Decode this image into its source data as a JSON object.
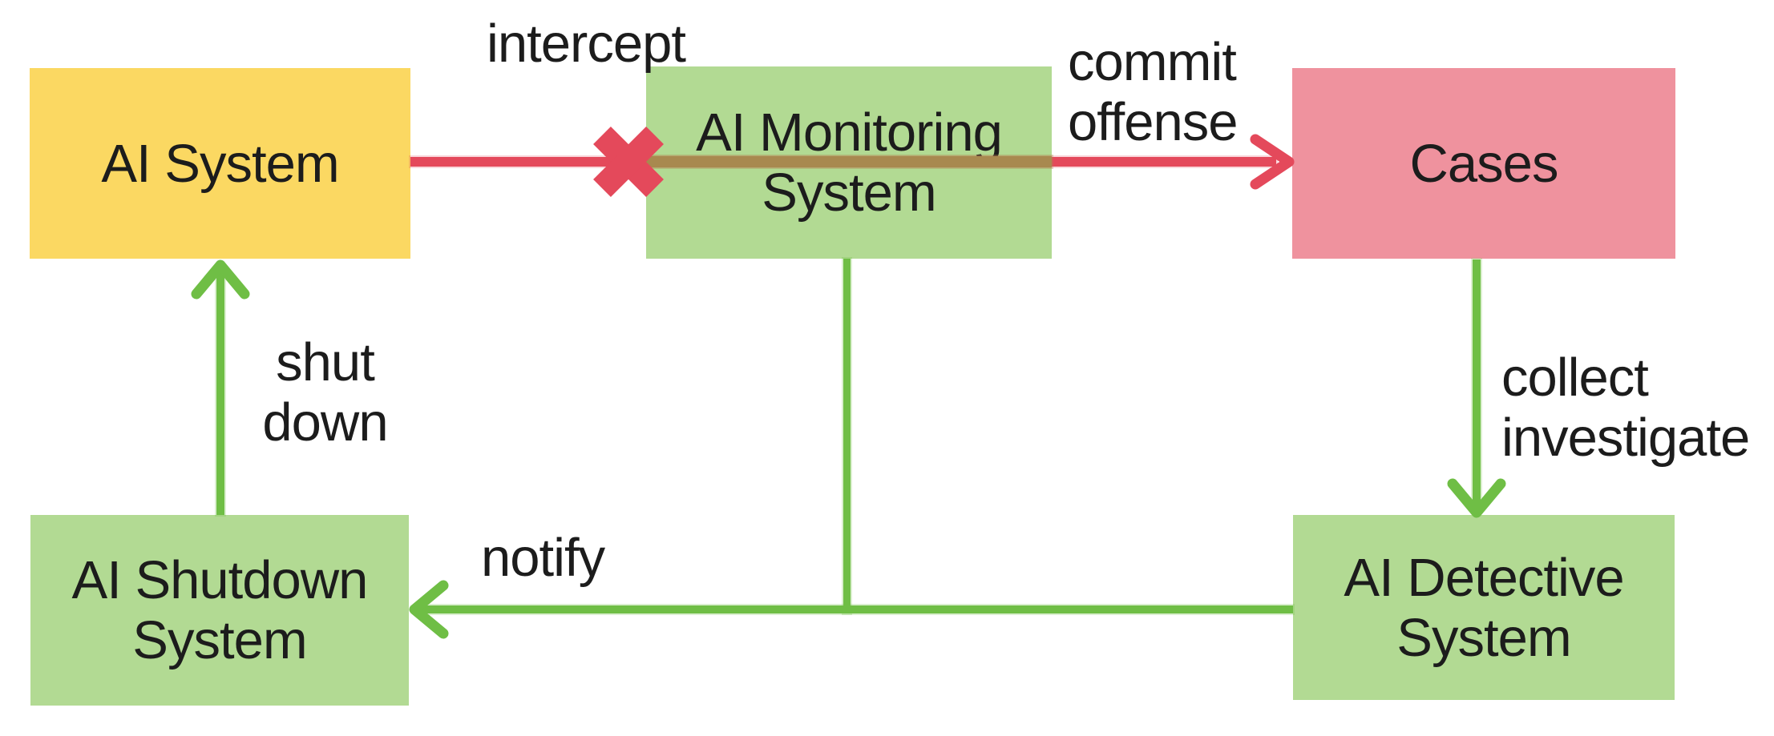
{
  "diagram": {
    "description": "AI enforcement loop diagram",
    "nodes": [
      {
        "id": "ai-system",
        "label": "AI System",
        "fill": "#fbd862"
      },
      {
        "id": "ai-monitoring-system",
        "label": "AI Monitoring System",
        "fill": "#b2da93"
      },
      {
        "id": "cases",
        "label": "Cases",
        "fill": "#ef929e"
      },
      {
        "id": "ai-shutdown-system",
        "label": "AI Shutdown System",
        "fill": "#b2da93"
      },
      {
        "id": "ai-detective-system",
        "label": "AI Detective System",
        "fill": "#b2da93"
      }
    ],
    "edges": [
      {
        "id": "intercept",
        "label": "intercept",
        "from": "ai-system",
        "to": "ai-monitoring-system",
        "color": "#e4495b",
        "blocked": true
      },
      {
        "id": "commit-offense",
        "label": "commit offense",
        "from": "ai-monitoring-system",
        "to": "cases",
        "color": "#e4495b",
        "blocked": false
      },
      {
        "id": "collect-investigate",
        "label": "collect investigate",
        "from": "cases",
        "to": "ai-detective-system",
        "color": "#6fbe45",
        "blocked": false
      },
      {
        "id": "notify",
        "label": "notify",
        "from": "ai-detective-system",
        "to": "ai-shutdown-system",
        "color": "#6fbe45",
        "blocked": false
      },
      {
        "id": "shut-down",
        "label": "shut down",
        "from": "ai-shutdown-system",
        "to": "ai-system",
        "color": "#6fbe45",
        "blocked": false
      }
    ],
    "colors": {
      "background": "#ffffff",
      "text": "#1c1c1c",
      "blocked_arrow_red": "#e4495b",
      "flow_arrow_green": "#6fbe45",
      "blocked_overlap_brown": "#a8894f",
      "node_yellow": "#fbd862",
      "node_green": "#b2da93",
      "node_pink": "#ef929e"
    }
  }
}
